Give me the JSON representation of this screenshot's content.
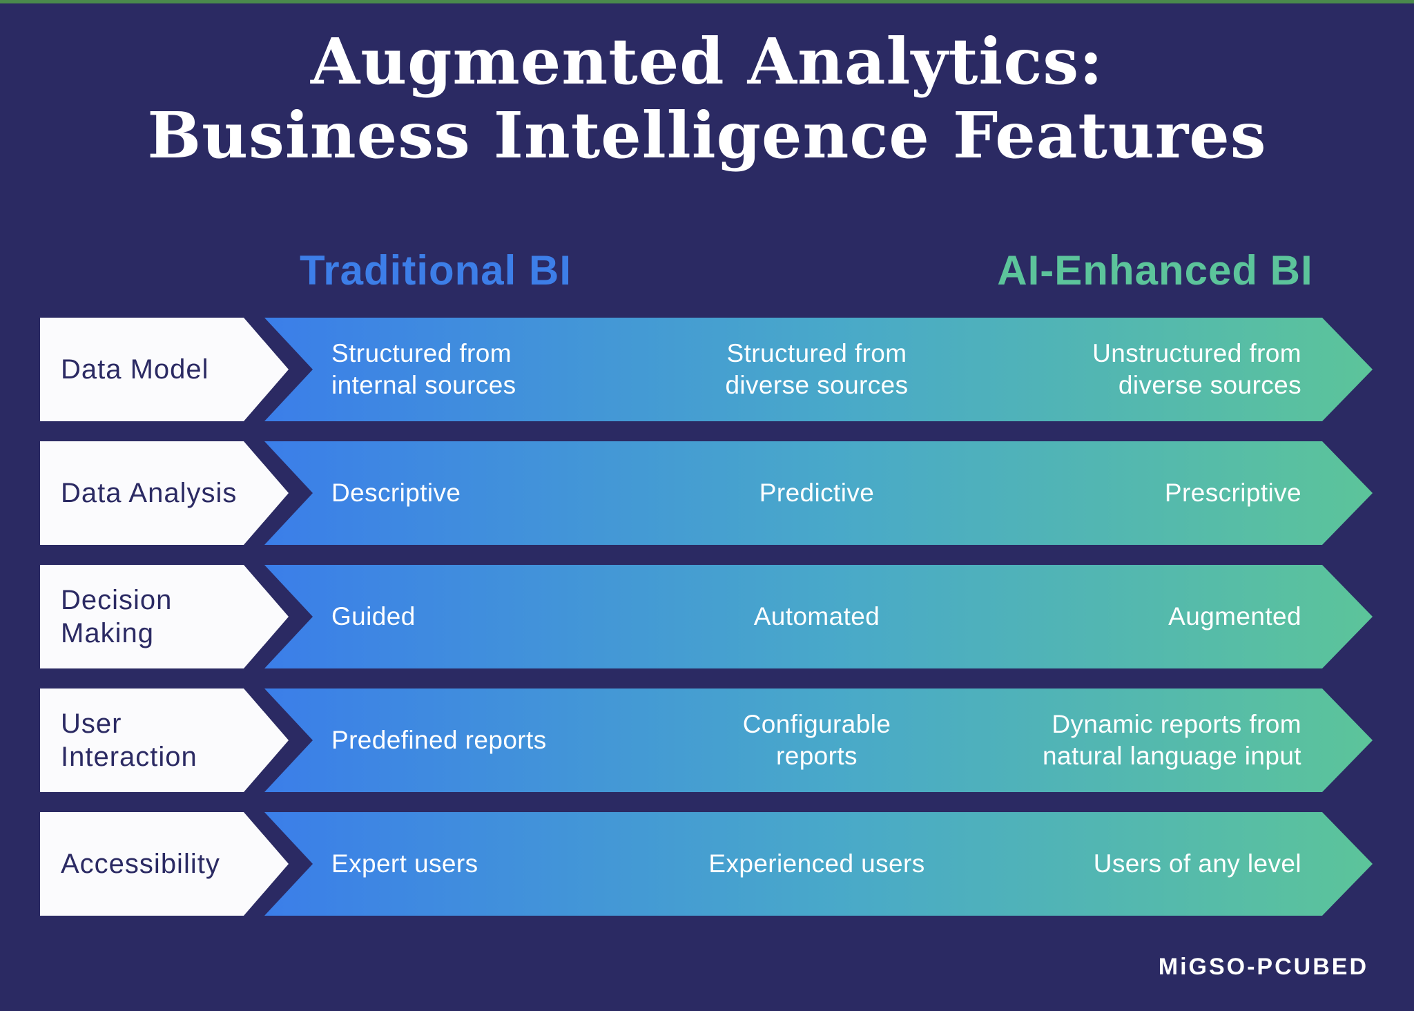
{
  "title": {
    "line1": "Augmented Analytics:",
    "line2": "Business Intelligence Features"
  },
  "columns": {
    "traditional": {
      "label": "Traditional BI",
      "color": "#3D7EE8"
    },
    "ai": {
      "label": "AI-Enhanced BI",
      "color": "#5CC49B"
    }
  },
  "rows": [
    {
      "label": "Data Model",
      "traditional": "Structured from\ninternal sources",
      "middle": "Structured from\ndiverse sources",
      "ai": "Unstructured from\ndiverse sources"
    },
    {
      "label": "Data Analysis",
      "traditional": "Descriptive",
      "middle": "Predictive",
      "ai": "Prescriptive"
    },
    {
      "label": "Decision\nMaking",
      "traditional": "Guided",
      "middle": "Automated",
      "ai": "Augmented"
    },
    {
      "label": "User\nInteraction",
      "traditional": "Predefined reports",
      "middle": "Configurable\nreports",
      "ai": "Dynamic reports from\nnatural language input"
    },
    {
      "label": "Accessibility",
      "traditional": "Expert users",
      "middle": "Experienced users",
      "ai": "Users of any level"
    }
  ],
  "footer": {
    "logo": "MiGSO-PCUBED"
  },
  "colors": {
    "background": "#2B2A63",
    "top_bar_green": "#4A8A4C",
    "traditional_blue": "#3D7EE8",
    "ai_green": "#5CC49B",
    "band_gradient_start": "#3B7EE9",
    "band_gradient_mid": "#49A9C9",
    "band_gradient_end": "#5CC49A",
    "label_box_white": "#FBFBFD"
  }
}
